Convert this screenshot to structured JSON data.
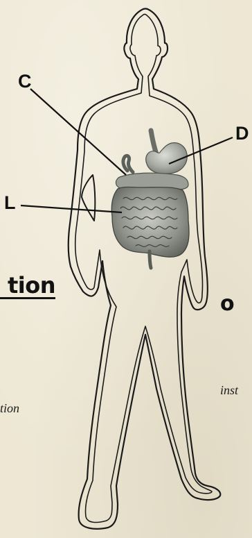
{
  "labels": {
    "c": "C",
    "d": "D",
    "l": "L"
  },
  "text_fragments": {
    "heading_left": "tion",
    "heading_right": "o",
    "italic_right": "inst",
    "italic_left": "tion"
  },
  "colors": {
    "paper": "#ede7d4",
    "outline": "#1a1a1a",
    "organ": "#9aa098"
  }
}
